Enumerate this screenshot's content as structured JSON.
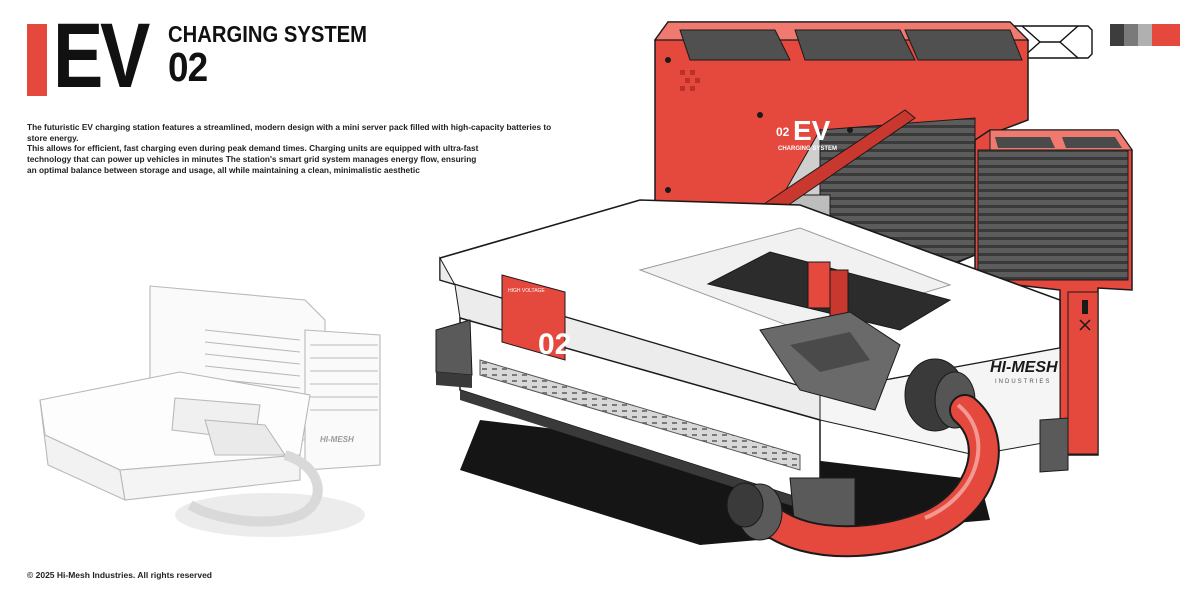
{
  "header": {
    "ev_label": "EV",
    "title_line1": "CHARGING SYSTEM",
    "title_number": "02"
  },
  "description": {
    "line1": "The futuristic EV charging station features a streamlined, modern design with a mini server pack filled with high-capacity batteries to store energy.",
    "line2": "This allows for efficient, fast charging even during peak demand times. Charging units are equipped with ultra-fast",
    "line3": "technology that can power up vehicles in minutes The station's smart grid system manages energy flow, ensuring",
    "line4": "an optimal balance between storage and usage, all while maintaining a clean, minimalistic aesthetic"
  },
  "footer": {
    "copyright": "© 2025 Hi-Mesh Industries. All rights reserved"
  },
  "palette": {
    "accent": "#e5483d",
    "swatches": [
      "#3d3d3d",
      "#7a7a7a",
      "#b0b0b0",
      "#e5483d"
    ]
  },
  "illustration": {
    "panel_brand_num": "02",
    "panel_brand_ev": "EV",
    "panel_brand_sub": "CHARGING SYSTEM",
    "base_number": "02",
    "base_tag": "HIGH VOLTAGE",
    "brand_name": "HI-MESH",
    "brand_sub": "INDUSTRIES",
    "sketch_brand": "HI-MESH"
  }
}
